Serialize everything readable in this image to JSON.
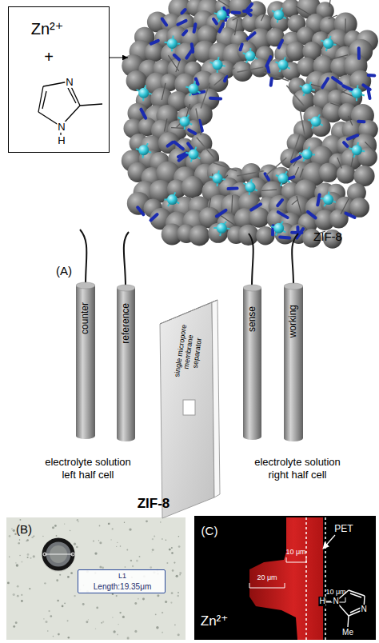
{
  "diagram": {
    "nodes": [
      {
        "text": [
          "Zn²⁺",
          "+",
          "N",
          "N",
          "H"
        ]
      },
      {
        "text": [
          "ZIF-8"
        ]
      },
      {
        "text": [
          "counter"
        ]
      },
      {
        "text": [
          "reference"
        ]
      },
      {
        "text": [
          "single micropore membrane separator"
        ]
      },
      {
        "text": [
          "sense"
        ]
      },
      {
        "text": [
          "working"
        ]
      },
      {
        "text": [
          "L1",
          "Length:19.35μm"
        ]
      }
    ],
    "edges": [
      {
        "from": 0,
        "to": 1,
        "arrow": "to"
      }
    ],
    "labels": [
      "(A)",
      "electrolyte solution left half cell",
      "electrolyte solution right half cell",
      "ZIF-8",
      "(B)",
      "(C)",
      "PET",
      "10 μm",
      "20 μm",
      "10 μm",
      "Zn²⁺",
      "H",
      "N",
      "N",
      "Me"
    ]
  }
}
